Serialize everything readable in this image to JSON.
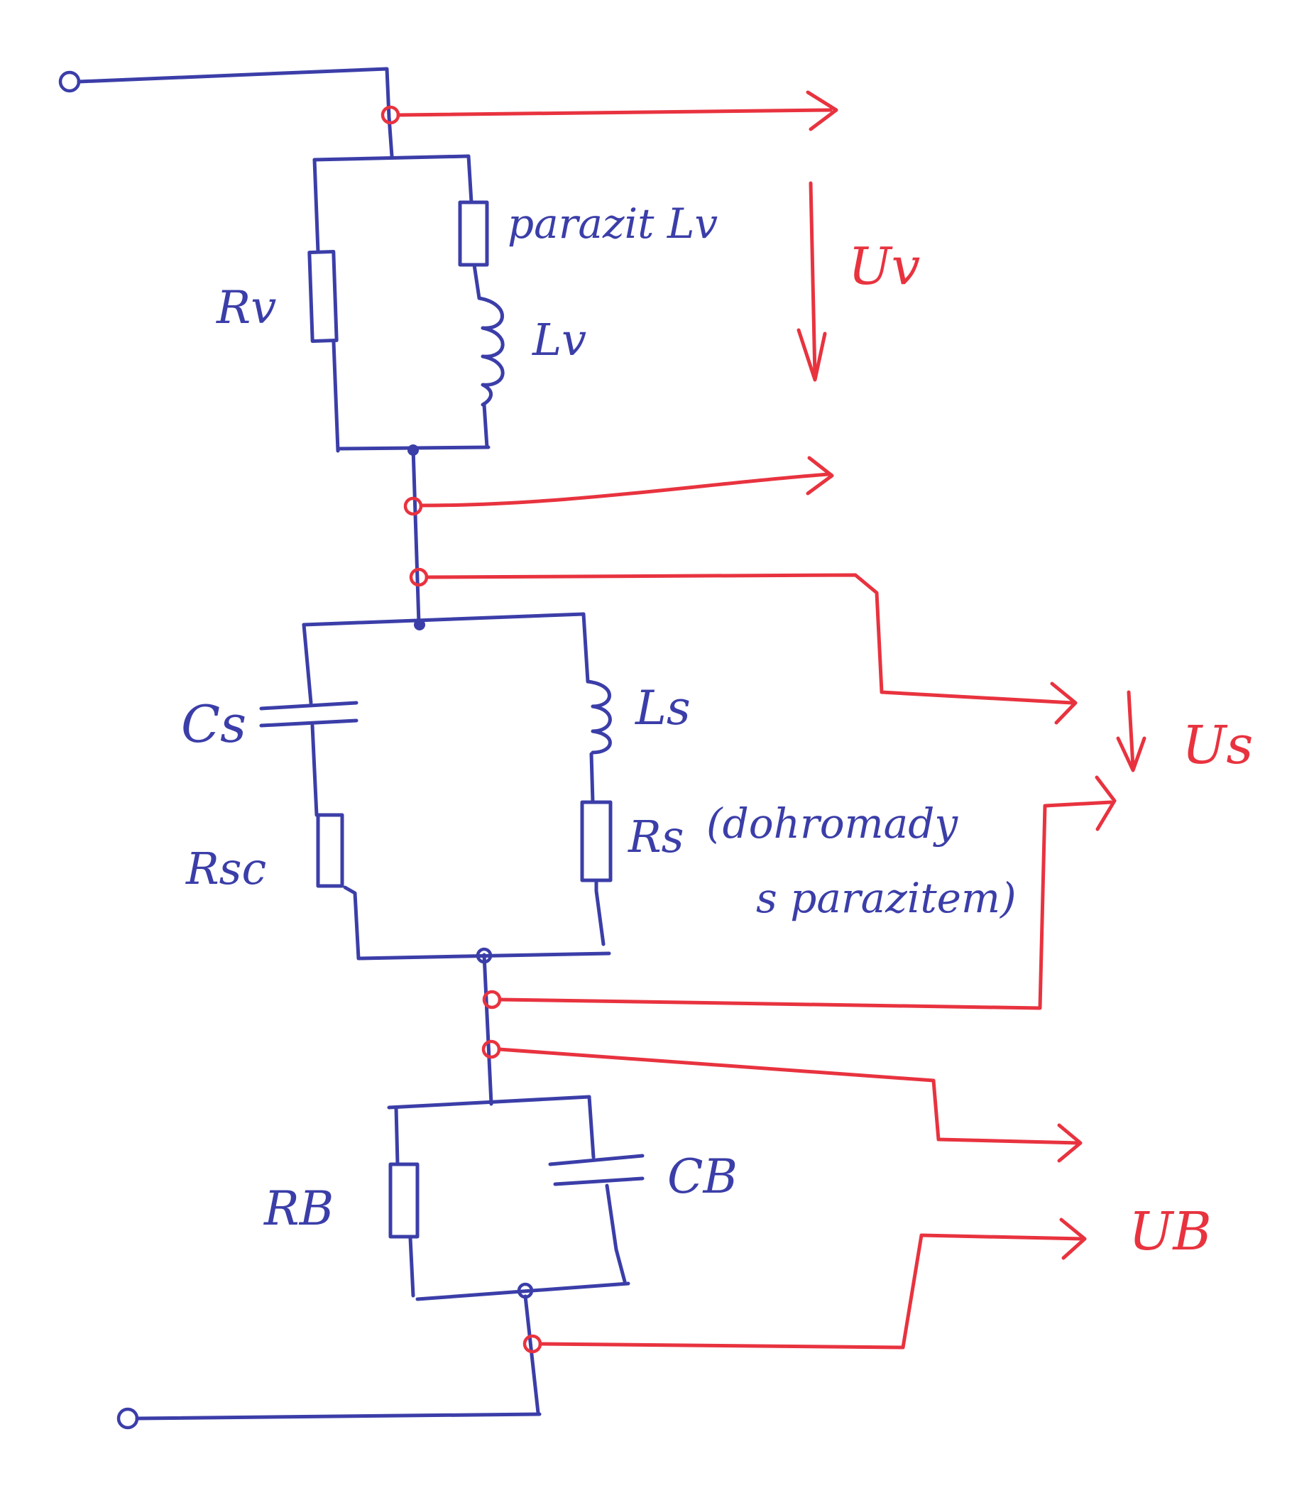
{
  "colors": {
    "circuit": "#3b3ea8",
    "measurement": "#e8333f"
  },
  "labels": {
    "rv": "Rv",
    "parasitic_lv": "parazit Lv",
    "lv": "Lv",
    "uv": "Uv",
    "cs": "Cs",
    "rsc": "Rsc",
    "ls": "Ls",
    "rs": "Rs",
    "rs_note_line1": "(dohromady",
    "rs_note_line2": "s parazitem)",
    "us": "Us",
    "rb": "RB",
    "cb": "CB",
    "ub": "UB"
  }
}
